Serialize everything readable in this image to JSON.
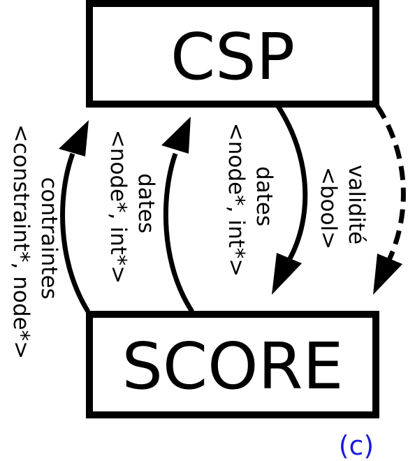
{
  "nodes": {
    "top": {
      "label": "CSP"
    },
    "bottom": {
      "label": "SCORE"
    }
  },
  "edges": [
    {
      "direction": "up",
      "style": "solid",
      "lines": [
        "contraintes",
        "<constraint*, node*>"
      ]
    },
    {
      "direction": "up",
      "style": "solid",
      "lines": [
        "dates",
        "<node*, int*>"
      ]
    },
    {
      "direction": "down",
      "style": "solid",
      "lines": [
        "dates",
        "<node*, int*>"
      ]
    },
    {
      "direction": "down",
      "style": "dashed",
      "lines": [
        "validité",
        "<bool>"
      ]
    }
  ],
  "caption": "(c)",
  "colors": {
    "stroke": "#000000",
    "caption": "#1a1adf"
  }
}
